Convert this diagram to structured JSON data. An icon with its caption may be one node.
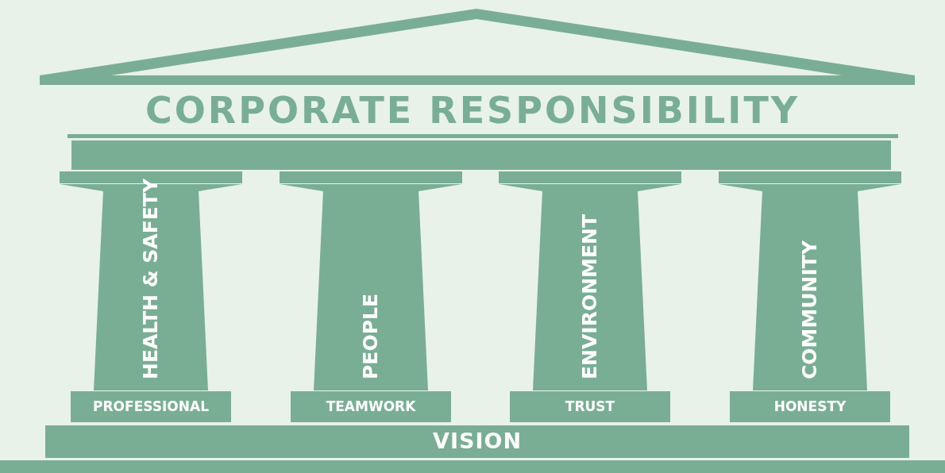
{
  "diagram": {
    "title": "CORPORATE RESPONSIBILITY",
    "nodes": [
      {
        "text": [
          "HEALTH & SAFETY"
        ]
      },
      {
        "text": [
          "PEOPLE"
        ]
      },
      {
        "text": [
          "ENVIRONMENT"
        ]
      },
      {
        "text": [
          "COMMUNITY"
        ]
      },
      {
        "text": [
          "PROFESSIONAL"
        ]
      },
      {
        "text": [
          "TEAMWORK"
        ]
      },
      {
        "text": [
          "TRUST"
        ]
      },
      {
        "text": [
          "HONESTY"
        ]
      },
      {
        "text": [
          "VISION"
        ]
      }
    ]
  }
}
